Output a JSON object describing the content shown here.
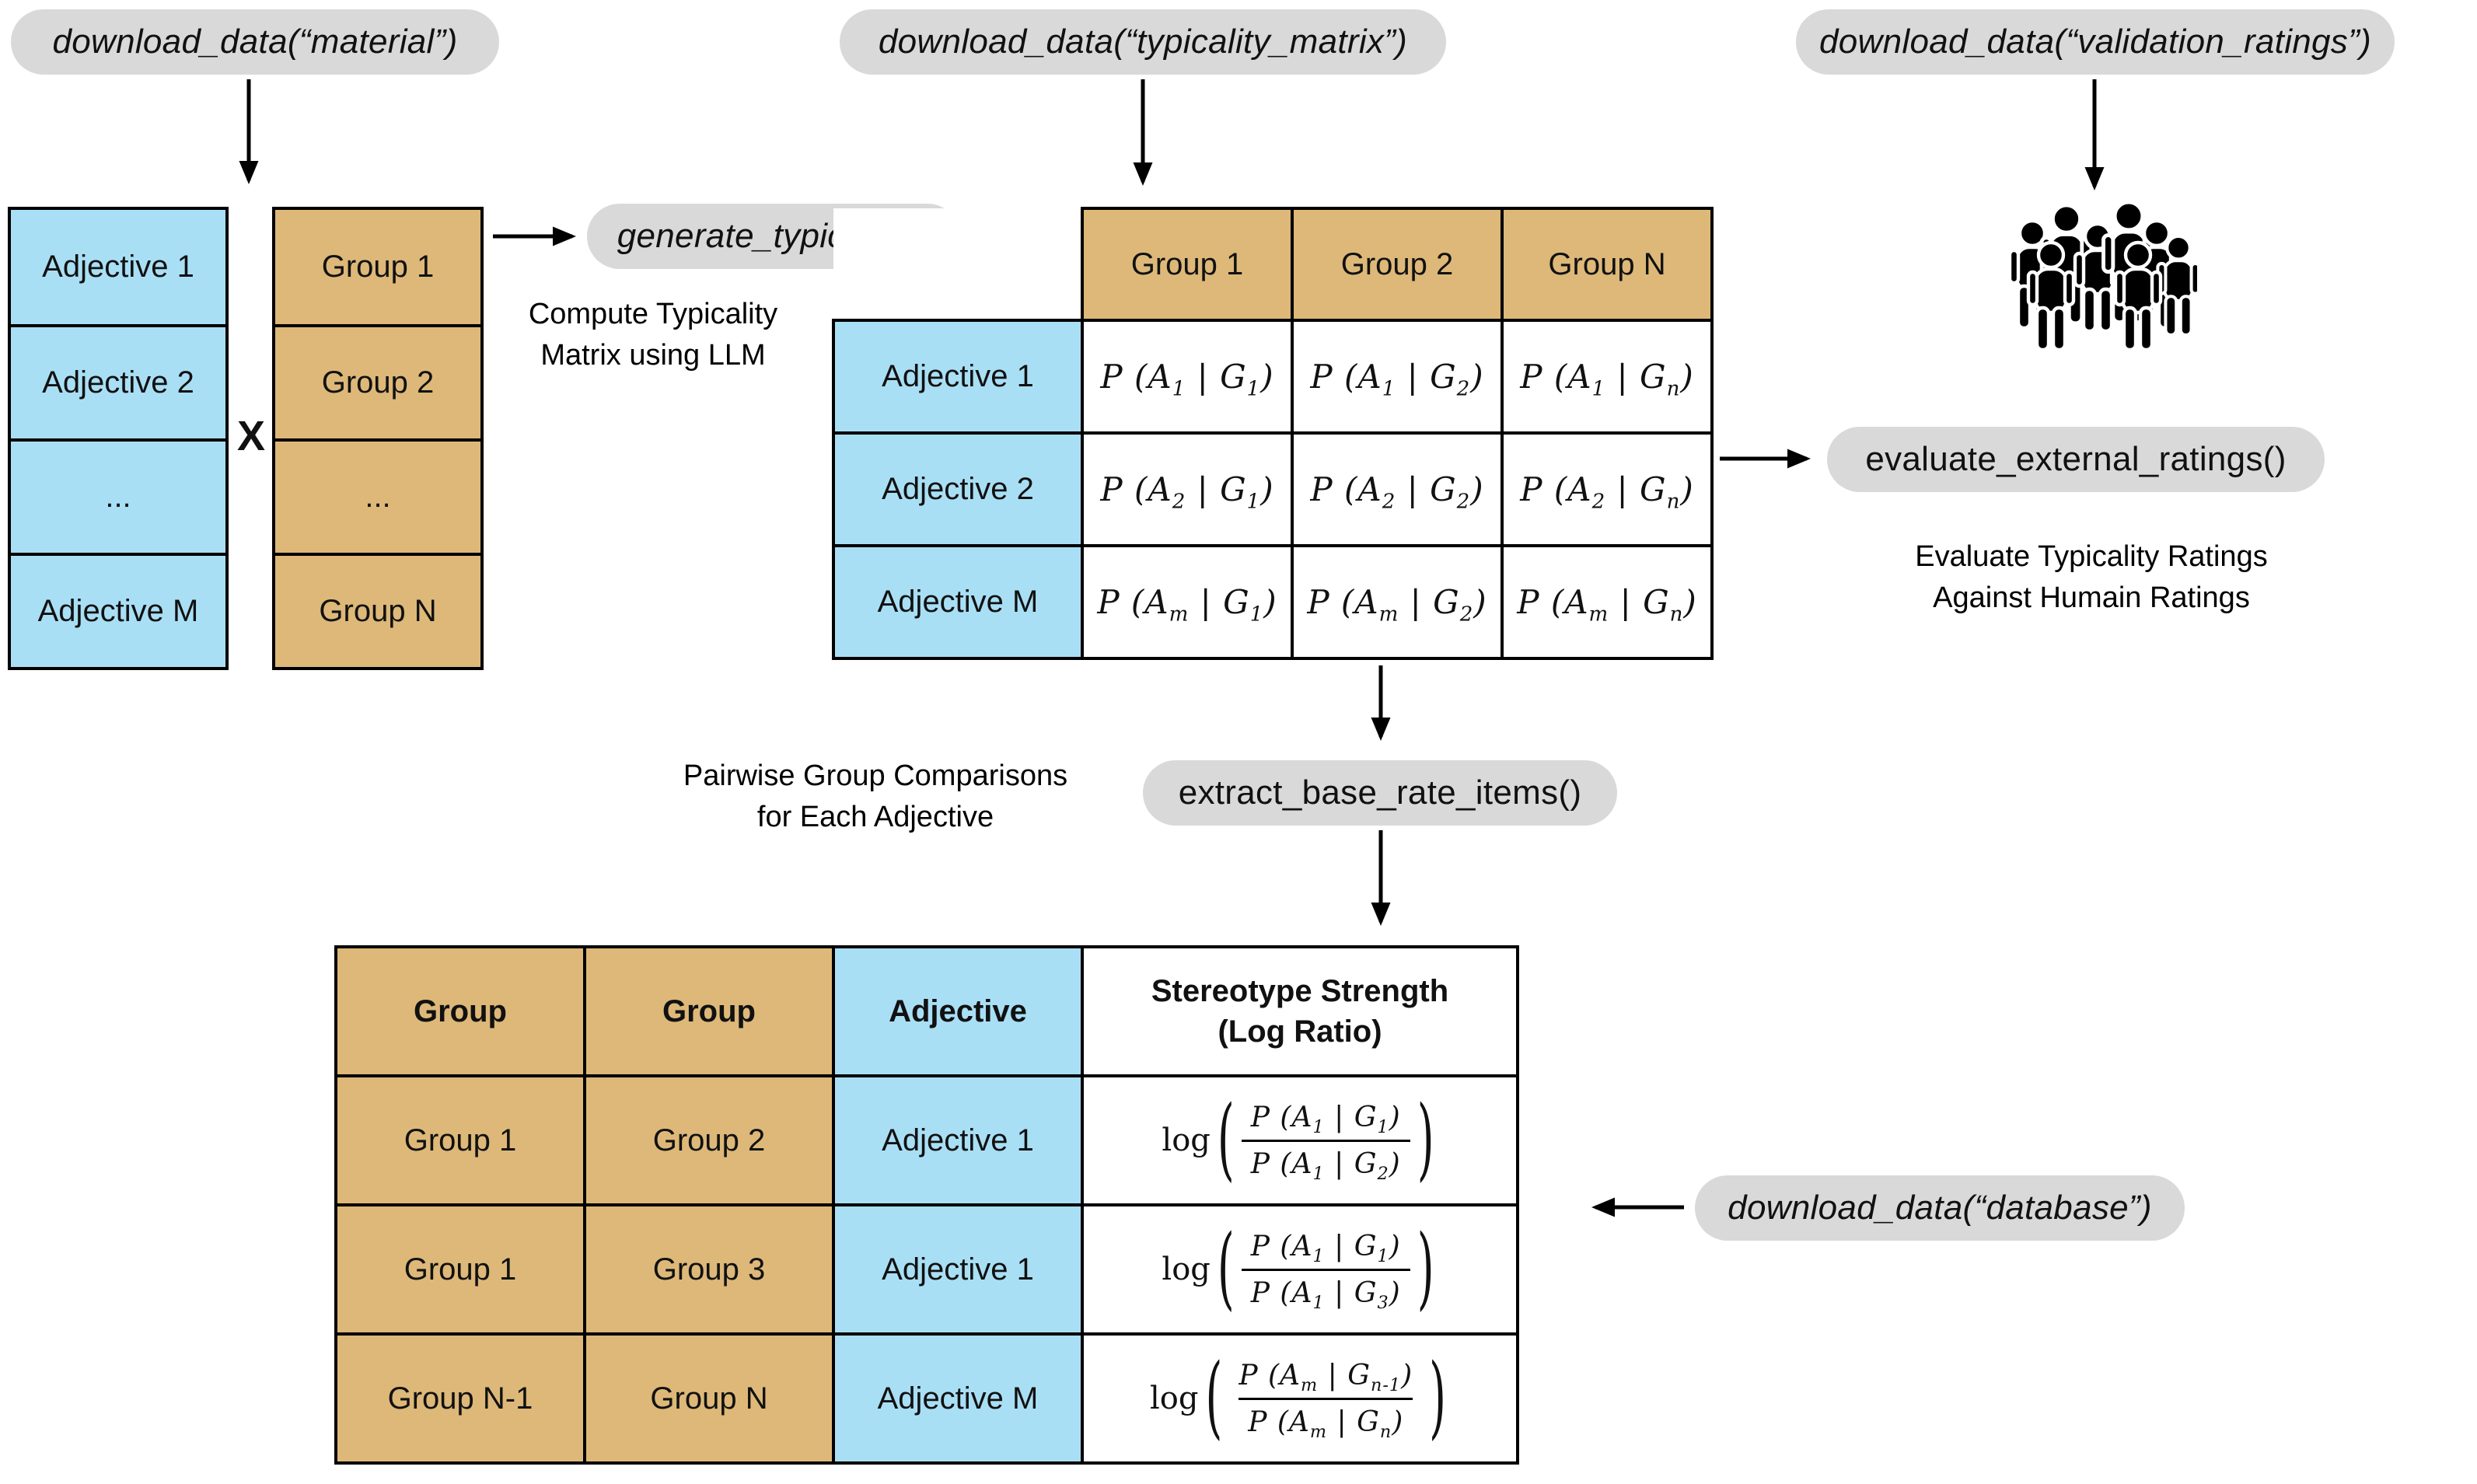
{
  "colors": {
    "blue": "#A9DFF5",
    "tan": "#DDB878",
    "pill-gray": "#D9D9D9",
    "ink": "#000000"
  },
  "pills": {
    "download_material": "download_data(“material”)",
    "download_typicality_matrix": "download_data(“typicality_matrix”)",
    "download_validation_ratings": "download_data(“validation_ratings”)",
    "generate_typicality": "generate_typicality()",
    "evaluate_external_ratings": "evaluate_external_ratings()",
    "extract_base_rate_items": "extract_base_rate_items()",
    "download_database": "download_data(“database”)"
  },
  "operators": {
    "cross": "X",
    "open_paren": "(",
    "close_paren": ")",
    "log": "log"
  },
  "adjective_list": [
    "Adjective 1",
    "Adjective 2",
    "...",
    "Adjective M"
  ],
  "group_list": [
    "Group 1",
    "Group 2",
    "...",
    "Group N"
  ],
  "annotations": {
    "compute_line1": "Compute Typicality",
    "compute_line2": "Matrix using LLM",
    "pairwise_line1": "Pairwise Group Comparisons",
    "pairwise_line2": "for Each Adjective",
    "evaluate_line1": "Evaluate Typicality Ratings",
    "evaluate_line2": "Against Humain Ratings"
  },
  "matrix": {
    "col_headers": [
      "Group 1",
      "Group 2",
      "Group N"
    ],
    "row_headers": [
      "Adjective 1",
      "Adjective 2",
      "Adjective M"
    ],
    "cells": [
      [
        "P (A_1 | G_1)",
        "P (A_1 | G_2)",
        "P (A_1 | G_n)"
      ],
      [
        "P (A_2 | G_1)",
        "P (A_2 | G_2)",
        "P (A_2 | G_n)"
      ],
      [
        "P (A_m | G_1)",
        "P (A_m | G_2)",
        "P (A_m | G_n)"
      ]
    ]
  },
  "base_rate_table": {
    "headers": {
      "group_a": "Group",
      "group_b": "Group",
      "adjective": "Adjective",
      "stereotype_line1": "Stereotype Strength",
      "stereotype_line2": "(Log Ratio)"
    },
    "rows": [
      {
        "group_a": "Group 1",
        "group_b": "Group 2",
        "adjective": "Adjective 1",
        "num": "P (A_1 | G_1)",
        "den": "P (A_1 | G_2)"
      },
      {
        "group_a": "Group 1",
        "group_b": "Group 3",
        "adjective": "Adjective 1",
        "num": "P (A_1 | G_1)",
        "den": "P (A_1 | G_3)"
      },
      {
        "group_a": "Group N-1",
        "group_b": "Group N",
        "adjective": "Adjective M",
        "num": "P (A_m | G_n-1)",
        "den": "P (A_m | G_n)"
      }
    ]
  }
}
